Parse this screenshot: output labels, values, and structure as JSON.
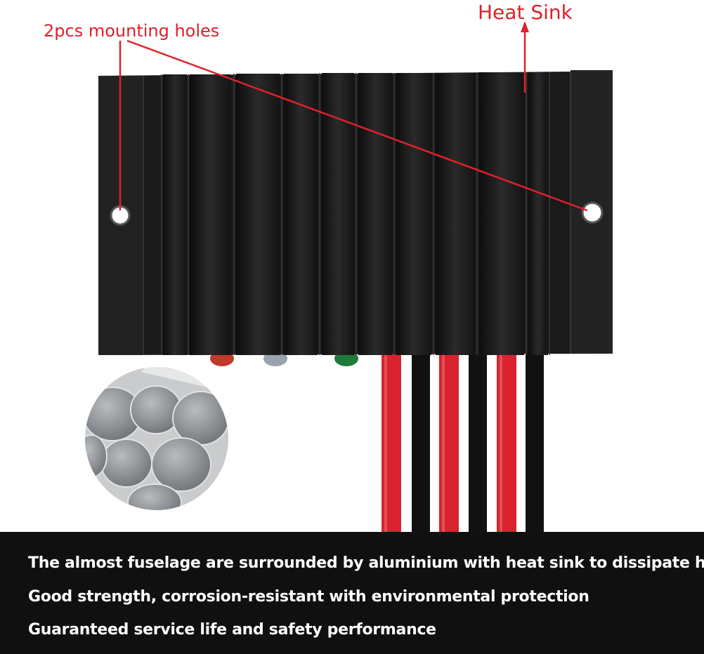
{
  "annotations": {
    "mounting_holes": "2pcs mounting holes",
    "heat_sink": "Heat Sink"
  },
  "caption": {
    "lines": [
      "The almost fuselage are surrounded by aluminium with heat sink to dissipate heat",
      "Good strength, corrosion-resistant with environmental protection",
      "Guaranteed service life and safety performance"
    ]
  },
  "colors": {
    "annotation": "#e0202a",
    "heat_sink_body": "#1a1a1a",
    "caption_band": "#101010",
    "wire_red": "#d8232f",
    "wire_black": "#111111",
    "led_red": "#c0392b",
    "led_gray": "#9aa3ad",
    "led_green": "#1f7a3a"
  },
  "icons": {
    "inset": "aluminium-rods-inset"
  }
}
